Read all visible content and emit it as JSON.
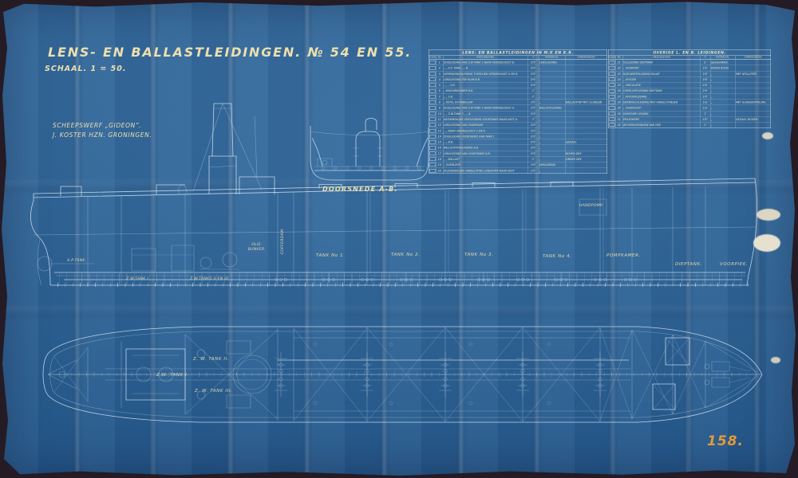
{
  "palette": {
    "paper_blue": "#26639b",
    "line_white": "#dcebf6",
    "lettering_cream": "#ecdfad",
    "page_number_orange": "#e49a3a"
  },
  "title_block": {
    "title": "LENS- EN BALLASTLEIDINGEN. № 54 EN 55.",
    "scale": "SCHAAL. 1 = 50."
  },
  "shipyard": {
    "line1": "SCHEEPSWERF „GIDEON”.",
    "line2": "J. KOSTER HZN. GRONINGEN."
  },
  "section_view": {
    "caption": "DOORSNEDE A-B."
  },
  "page_number": "158.",
  "tables": {
    "left": {
      "title": "LENS- EN BALLASTLEIDINGEN IN M.K EN K.R.",
      "headers": {
        "kleur": "KLEUR",
        "no": "No",
        "omschrijving": "OMSCHRIJVING",
        "dia": "∅",
        "materiaal": "MATERIAAL",
        "opmerkingen": "OPMERKINGEN"
      },
      "rows": [
        {
          "no": "1",
          "d": "ZUIGLEIDING VAN Z.W.TANK 2 NAAR VERDEELKAST B.",
          "dia": "2½″",
          "mat": "LENSLEIDING",
          "rem": ""
        },
        {
          "no": "2",
          "d": "„    „  A.P. TANK   „    „   B.",
          "dia": "2½″",
          "mat": "„",
          "rem": ""
        },
        {
          "no": "3",
          "d": "VERBINDINGSLEIDING TUSSCHEN VERDEELKAST A EN B.",
          "dia": "2½″",
          "mat": "„",
          "rem": ""
        },
        {
          "no": "4",
          "d": "LENSLEIDING PIJP RUIM B.B.",
          "dia": "2½″",
          "mat": "„",
          "rem": ""
        },
        {
          "no": "5",
          "d": "„      „      „   S.B.",
          "dia": "2½″",
          "mat": "„",
          "rem": ""
        },
        {
          "no": "6",
          "d": "„   MACHINEKAMER B.B.",
          "dia": "2″",
          "mat": "„",
          "rem": ""
        },
        {
          "no": "7",
          "d": "„      „   S.B.",
          "dia": "2″",
          "mat": "„",
          "rem": ""
        },
        {
          "no": "8",
          "d": "„   KETEL EN KABELGAT",
          "dia": "1½″",
          "mat": "„",
          "rem": "BALLASTPIJP MET SLANGEN"
        },
        {
          "no": "9",
          "d": "ZUIGLEIDING VAN Z.W.TANK 2 NAAR VERDEELKAST A.",
          "dia": "2½″",
          "mat": "BALLASTLEIDING",
          "rem": ""
        },
        {
          "no": "10",
          "d": "„    „  Z.W.TANK 3   „    „   A.",
          "dia": "2½″",
          "mat": "„",
          "rem": ""
        },
        {
          "no": "11",
          "d": "GEZAMENLIJKE ZUIGLEIDING VOORTANKS NAAR KAST A.",
          "dia": "3″",
          "mat": "„",
          "rem": ""
        },
        {
          "no": "12",
          "d": "LENSLEIDING VAN VOORRUIM",
          "dia": "2½″",
          "mat": "„",
          "rem": ""
        },
        {
          "no": "13",
          "d": "„    „  NAAR VERDEELKAST C EN D",
          "dia": "2½″",
          "mat": "„",
          "rem": ""
        },
        {
          "no": "14",
          "d": "ZUIGLEIDING VOORTANKS AAN TANK 1",
          "dia": "2½″",
          "mat": "„",
          "rem": ""
        },
        {
          "no": "15",
          "d": "„      „   B.B.",
          "dia": "2½″",
          "mat": "„",
          "rem": "GEGALV."
        },
        {
          "no": "16",
          "d": "BALLASTPERSLEIDING B.B.",
          "dia": "2½″",
          "mat": "„",
          "rem": ""
        },
        {
          "no": "17",
          "d": "LENSLEIDING VAN VOORTANKS B.B.",
          "dia": "2½″",
          "mat": "„",
          "rem": "BOVEN DEK"
        },
        {
          "no": "18",
          "d": "„      „   BALLAST",
          "dia": "2″",
          "mat": "„",
          "rem": "ONDER DEK"
        },
        {
          "no": "19",
          "d": "„   OVERLOOP",
          "dia": "1½″",
          "mat": "DEKLEIDING",
          "rem": "„"
        },
        {
          "no": "20",
          "d": "AFZONDERLIJKE AANSLUITING LENSPOMP NAAR KAST",
          "dia": "1½″",
          "mat": "„",
          "rem": ""
        }
      ]
    },
    "right": {
      "title": "OVERIGE L. EN B. LEIDINGEN.",
      "headers": {
        "kleur": "KLEUR",
        "no": "No",
        "omschrijving": "OMSCHRIJVING",
        "dia": "∅",
        "materiaal": "MATERIAAL",
        "opmerkingen": "OPMERKINGEN"
      },
      "rows": [
        {
          "no": "21",
          "d": "VULLEIDING DIEPTANK",
          "dia": "2″",
          "mat": "GEGALVANIS.",
          "rem": ""
        },
        {
          "no": "22",
          "d": "„   VOORPIEK",
          "dia": "1½″",
          "mat": "KOPER ROOD",
          "rem": ""
        },
        {
          "no": "23",
          "d": "KOELWATERLEIDING INLAAT",
          "dia": "1½″",
          "mat": "„",
          "rem": "MET AFSLUITER"
        },
        {
          "no": "24",
          "d": "„   AFVOER",
          "dia": "1½″",
          "mat": "„",
          "rem": ""
        },
        {
          "no": "25",
          "d": "„   CIRCULATIE",
          "dia": "1½″",
          "mat": "„",
          "rem": ""
        },
        {
          "no": "26",
          "d": "OVERLOOPLEIDING DIEPTANK",
          "dia": "1½″",
          "mat": "„",
          "rem": ""
        },
        {
          "no": "27",
          "d": "„   AFVOERLEIDING",
          "dia": "1½″",
          "mat": "„",
          "rem": ""
        },
        {
          "no": "28",
          "d": "DEKWASCHLEIDING MET AANSLUITINGEN",
          "dia": "1¼″",
          "mat": "„",
          "rem": "MET SLANGKOPPELING"
        },
        {
          "no": "29",
          "d": "„   VOORSCHIP",
          "dia": "1¼″",
          "mat": "„",
          "rem": ""
        },
        {
          "no": "30",
          "d": "SANITAIRE LEIDING",
          "dia": "1″",
          "mat": "„",
          "rem": ""
        },
        {
          "no": "31",
          "d": "PEILKOKERS",
          "dia": "1½″",
          "mat": "„",
          "rem": "GEGALV. BUIZEN"
        },
        {
          "no": "32",
          "d": "AFVOERLEIDINGEN VAN DEK",
          "dia": "1″",
          "mat": "„",
          "rem": ""
        }
      ]
    }
  },
  "elevation": {
    "labels": {
      "ap_tank": "A.P.TANK.",
      "zw_tank_1": "Z.W.TANK I.",
      "zw_tanks_2_3": "Z.W.TANKS II EN III.",
      "olie_bunker": "OLIE- BUNKER.",
      "cofferdam": "COFFERDAM.",
      "tank1": "TANK No 1.",
      "tank2": "TANK No 2.",
      "tank3": "TANK No 3.",
      "tank4": "TANK No 4.",
      "handpomp": "HANDPOMP.",
      "pompkamer": "POMPKAMER.",
      "dieptank": "DIEPTANK.",
      "voorpiek": "VOORPIEK."
    }
  },
  "plan": {
    "labels": {
      "zw_tank_2": "Z. W. TANK II.",
      "zw_tank_1": "Z.W. TANK I.",
      "zw_tank_3": "Z. W. TANK III."
    }
  }
}
